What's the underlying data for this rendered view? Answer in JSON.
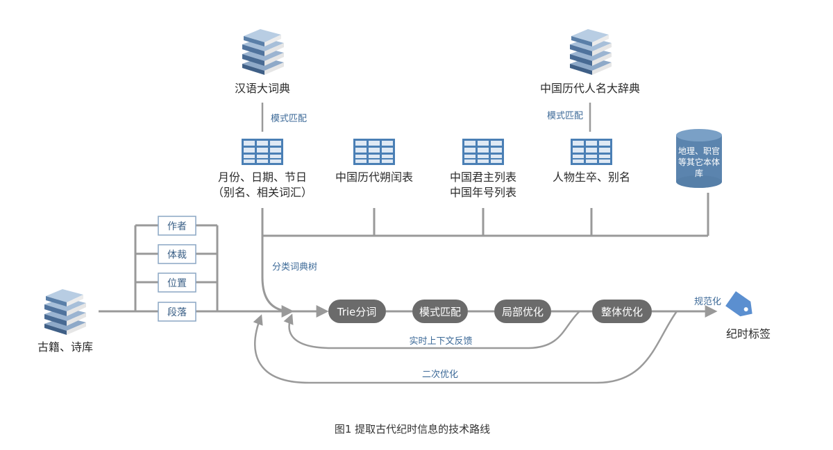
{
  "sources": {
    "dict_hanyu": "汉语大词典",
    "dict_names": "中国历代人名大辞典",
    "corpus": "古籍、诗库"
  },
  "edge_labels": {
    "pattern_match_1": "模式匹配",
    "pattern_match_2": "模式匹配",
    "classified_dict_tree": "分类词典树",
    "normalize": "规范化",
    "realtime_feedback": "实时上下文反馈",
    "secondary_opt": "二次优化"
  },
  "tables": {
    "month_date_festival_line1": "月份、日期、节日",
    "month_date_festival_line2": "（别名、相关词汇）",
    "calendar_table": "中国历代朔闰表",
    "monarch_line1": "中国君主列表",
    "monarch_line2": "中国年号列表",
    "person_dates": "人物生卒、别名"
  },
  "cylinder": {
    "line1": "地理、职官",
    "line2": "等其它本体",
    "line3": "库"
  },
  "attributes": [
    "作者",
    "体裁",
    "位置",
    "段落"
  ],
  "pipeline": {
    "trie": "Trie分词",
    "pattern": "模式匹配",
    "local_opt": "局部优化",
    "global_opt": "整体优化"
  },
  "output": "纪时标签",
  "caption": "图1 提取古代纪时信息的技术路线",
  "colors": {
    "pill": "#6b6b6b",
    "table_blue": "#4a7fb5",
    "cylinder": "#5b84ae",
    "book_blue": "#5a7fa8",
    "line_gray": "#999999",
    "label_blue": "#3d6a98"
  }
}
